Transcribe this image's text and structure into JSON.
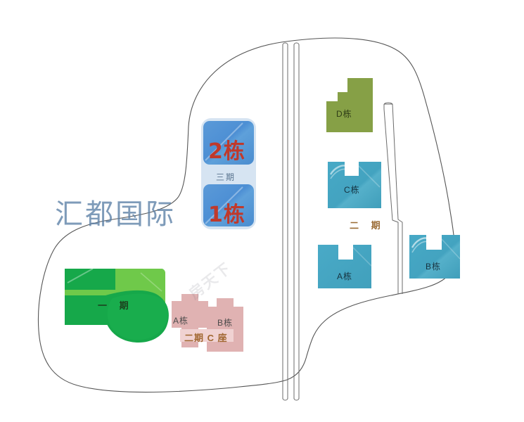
{
  "map": {
    "project_title": "汇都国际",
    "watermark": "房天下",
    "colors": {
      "blue_block": "#4d8fd4",
      "blue_block_pale": "#d6e4f2",
      "tower_text_red": "#c0392b",
      "teal": "#44a5c2",
      "olive": "#86a046",
      "green_dark": "#16a84a",
      "green_mid": "#2fbd5e",
      "green_light": "#6fc94a",
      "pink": "#e0b2b2",
      "pink_light": "#f0d2d2",
      "outline": "#555555",
      "road": "#6b6b6b",
      "phase2_text": "#9a6b34",
      "phase3_text": "#59748f",
      "title_text": "#5b7fa6"
    },
    "phases": [
      {
        "id": "phase-1",
        "label": "一 期"
      },
      {
        "id": "phase-2",
        "label": "二  期"
      },
      {
        "id": "phase-3",
        "label": "三期"
      }
    ],
    "phase3_towers": [
      {
        "id": "tower-2",
        "label": "2栋"
      },
      {
        "id": "tower-1",
        "label": "1栋"
      }
    ],
    "phase2_buildings": [
      {
        "id": "building-d",
        "label": "D栋",
        "color": "olive"
      },
      {
        "id": "building-c",
        "label": "C栋",
        "color": "teal"
      },
      {
        "id": "building-a",
        "label": "A栋",
        "color": "teal"
      },
      {
        "id": "building-b",
        "label": "B栋",
        "color": "teal"
      }
    ],
    "phase2c_buildings": [
      {
        "id": "c-block-a",
        "label": "A栋"
      },
      {
        "id": "c-block-b",
        "label": "B栋"
      },
      {
        "id": "c-block-title",
        "label": "二期 C 座"
      }
    ]
  }
}
